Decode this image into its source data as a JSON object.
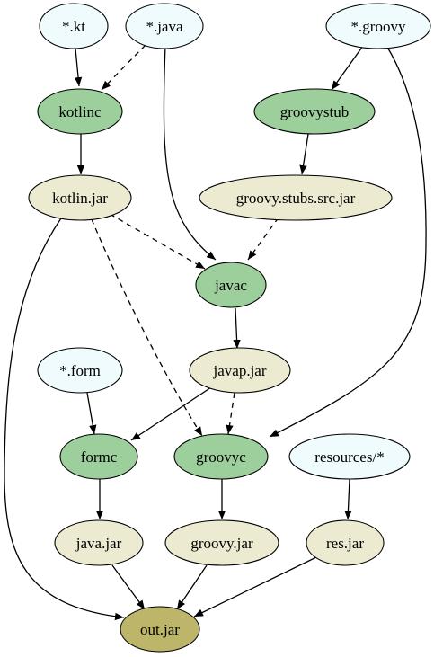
{
  "colors": {
    "source": "#f0fbfd",
    "tool": "#9ccf9b",
    "artifact": "#ecead1",
    "output": "#bdb66a",
    "edge": "#000000"
  },
  "nodes": {
    "kt": "*.kt",
    "java": "*.java",
    "groovy_src": "*.groovy",
    "kotlinc": "kotlinc",
    "groovystub": "groovystub",
    "kotlin_jar": "kotlin.jar",
    "groovy_stubs_jar": "groovy.stubs.src.jar",
    "javac": "javac",
    "form": "*.form",
    "javap_jar": "javap.jar",
    "formc": "formc",
    "groovyc": "groovyc",
    "resources": "resources/*",
    "java_jar": "java.jar",
    "groovy_jar": "groovy.jar",
    "res_jar": "res.jar",
    "out_jar": "out.jar"
  },
  "edges": [
    {
      "from": "kt",
      "to": "kotlinc",
      "style": "solid"
    },
    {
      "from": "java",
      "to": "kotlinc",
      "style": "dashed"
    },
    {
      "from": "java",
      "to": "javac",
      "style": "solid"
    },
    {
      "from": "groovy_src",
      "to": "groovystub",
      "style": "solid"
    },
    {
      "from": "groovy_src",
      "to": "groovyc",
      "style": "solid"
    },
    {
      "from": "kotlinc",
      "to": "kotlin_jar",
      "style": "solid"
    },
    {
      "from": "groovystub",
      "to": "groovy_stubs_jar",
      "style": "solid"
    },
    {
      "from": "kotlin_jar",
      "to": "javac",
      "style": "dashed"
    },
    {
      "from": "kotlin_jar",
      "to": "groovyc",
      "style": "dashed"
    },
    {
      "from": "kotlin_jar",
      "to": "out_jar",
      "style": "solid"
    },
    {
      "from": "groovy_stubs_jar",
      "to": "javac",
      "style": "dashed"
    },
    {
      "from": "javac",
      "to": "javap_jar",
      "style": "solid"
    },
    {
      "from": "javap_jar",
      "to": "formc",
      "style": "solid"
    },
    {
      "from": "javap_jar",
      "to": "groovyc",
      "style": "dashed"
    },
    {
      "from": "form",
      "to": "formc",
      "style": "solid"
    },
    {
      "from": "formc",
      "to": "java_jar",
      "style": "solid"
    },
    {
      "from": "groovyc",
      "to": "groovy_jar",
      "style": "solid"
    },
    {
      "from": "resources",
      "to": "res_jar",
      "style": "solid"
    },
    {
      "from": "java_jar",
      "to": "out_jar",
      "style": "solid"
    },
    {
      "from": "groovy_jar",
      "to": "out_jar",
      "style": "solid"
    },
    {
      "from": "res_jar",
      "to": "out_jar",
      "style": "solid"
    }
  ]
}
